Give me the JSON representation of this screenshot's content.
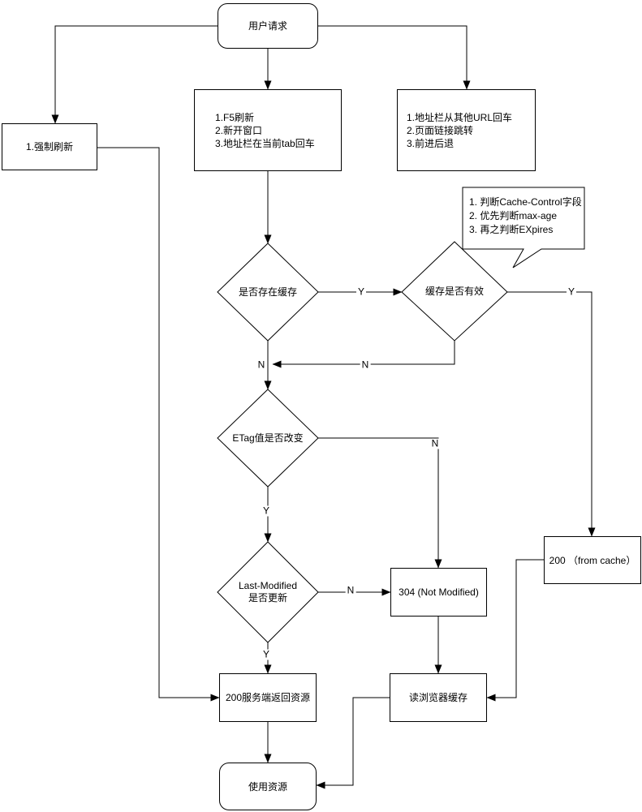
{
  "diagram": {
    "background": "#ffffff",
    "stroke_color": "#000000",
    "nodes": {
      "user_request": {
        "label": "用户请求"
      },
      "force_refresh": {
        "label": "1.强制刷新"
      },
      "normal_refresh": {
        "lines": [
          "1.F5刷新",
          "2.新开窗口",
          "3.地址栏在当前tab回车"
        ]
      },
      "address_bar_entry": {
        "lines": [
          "1.地址栏从其他URL回车",
          "2.页面链接跳转",
          "3.前进后退"
        ]
      },
      "cache_note": {
        "lines": [
          "1. 判断Cache-Control字段",
          "2. 优先判断max-age",
          "3. 再之判断EXpires"
        ]
      },
      "cache_exists": {
        "label": "是否存在缓存"
      },
      "cache_valid": {
        "label": "缓存是否有效"
      },
      "etag_changed": {
        "label": "ETag值是否改变"
      },
      "last_modified": {
        "lines": [
          "Last-Modified",
          "是否更新"
        ]
      },
      "status_304": {
        "label": "304 (Not Modified)"
      },
      "status_200_cache": {
        "label": "200 （from cache）"
      },
      "status_200_server": {
        "label": "200服务端返回资源"
      },
      "read_browser_cache": {
        "label": "读浏览器缓存"
      },
      "use_resource": {
        "label": "使用资源"
      }
    },
    "edge_labels": {
      "cache_exists_y": "Y",
      "cache_exists_n": "N",
      "cache_valid_y": "Y",
      "cache_valid_n": "N",
      "etag_n": "N",
      "etag_y": "Y",
      "last_modified_n": "N",
      "last_modified_y": "Y"
    }
  }
}
